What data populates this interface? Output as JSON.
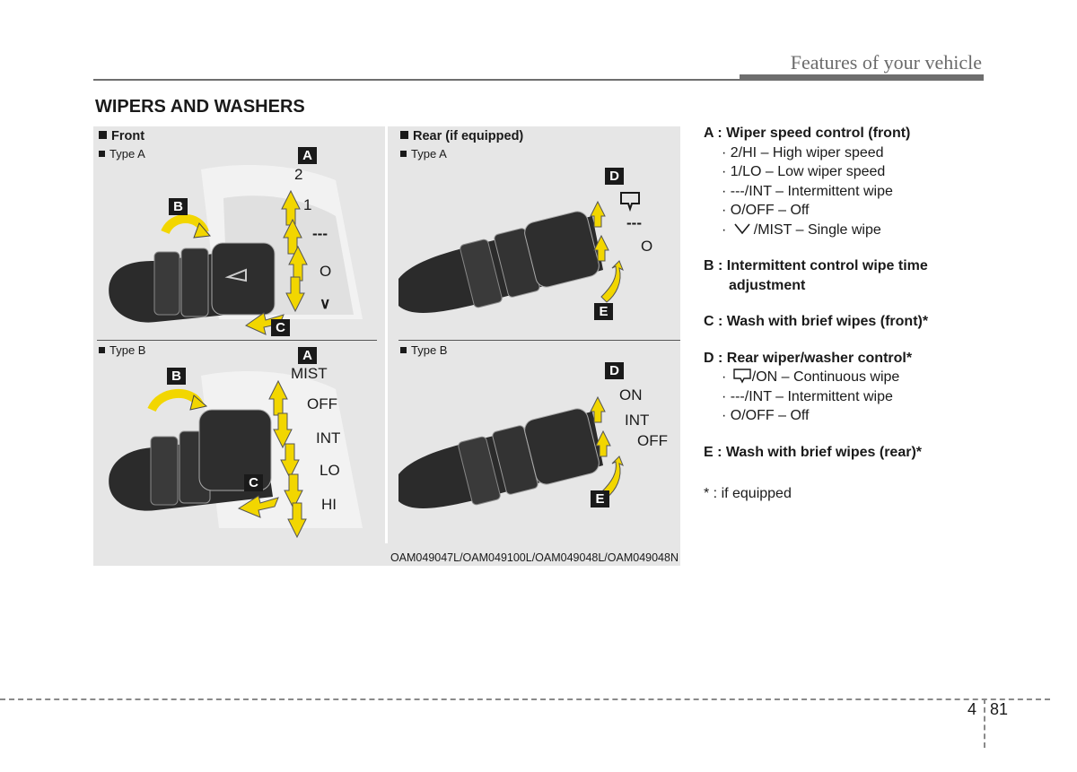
{
  "header": {
    "title": "Features of your vehicle"
  },
  "section_title": "WIPERS AND WASHERS",
  "figure": {
    "front_label": "Front",
    "rear_label": "Rear (if equipped)",
    "type_a": "Type A",
    "type_b": "Type B",
    "ref_code": "OAM049047L/OAM049100L/OAM049048L/OAM049048N",
    "front_a": {
      "tags": {
        "a": "A",
        "b": "B",
        "c": "C"
      },
      "positions": [
        "2",
        "1",
        "---",
        "O",
        "∨"
      ]
    },
    "front_b": {
      "tags": {
        "a": "A",
        "b": "B",
        "c": "C"
      },
      "positions": [
        "MIST",
        "OFF",
        "INT",
        "LO",
        "HI"
      ]
    },
    "rear_a": {
      "tags": {
        "d": "D",
        "e": "E"
      },
      "positions": [
        "---",
        "O"
      ]
    },
    "rear_b": {
      "tags": {
        "d": "D",
        "e": "E"
      },
      "positions": [
        "ON",
        "INT",
        "OFF"
      ]
    },
    "arrow_color": "#f2d600",
    "tag_color": "#1a1a1a"
  },
  "legend": {
    "a_head": "A : Wiper speed control (front)",
    "a_items": [
      "· 2/HI – High wiper speed",
      "· 1/LO – Low wiper speed",
      "· ---/INT – Intermittent wipe",
      "· O/OFF – Off",
      "/MIST – Single wipe"
    ],
    "b_head": "B : Intermittent control wipe time",
    "b_cont": "adjustment",
    "c_head": "C : Wash with brief wipes (front)*",
    "d_head": "D : Rear wiper/washer control*",
    "d_items": [
      "/ON – Continuous wipe",
      "·  ---/INT – Intermittent wipe",
      "·  O/OFF – Off"
    ],
    "e_head": "E : Wash with brief wipes (rear)*",
    "note": "* : if equipped"
  },
  "page": {
    "chapter": "4",
    "number": "81"
  }
}
